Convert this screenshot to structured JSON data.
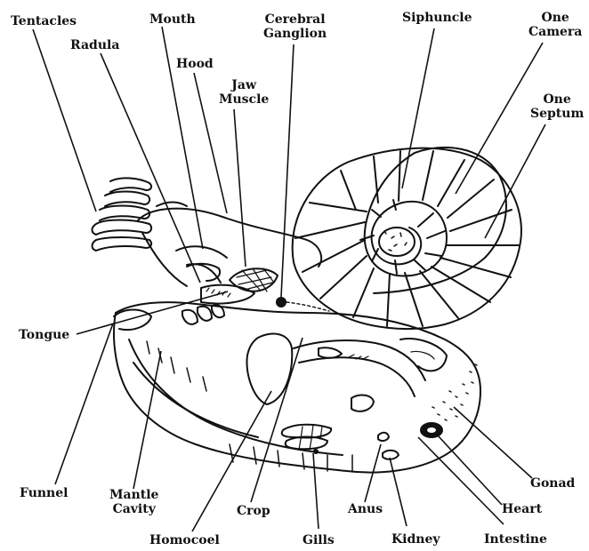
{
  "colors": {
    "ink": "#111111",
    "paper": "#ffffff",
    "wash": "#e8e8e8"
  },
  "labels": {
    "tentacles": "Tentacles",
    "radula": "Radula",
    "mouth": "Mouth",
    "hood": "Hood",
    "jaw_muscle": [
      "Jaw",
      "Muscle"
    ],
    "cerebral_ganglion": [
      "Cerebral",
      "Ganglion"
    ],
    "siphuncle": "Siphuncle",
    "one_camera": [
      "One",
      "Camera"
    ],
    "one_septum": [
      "One",
      "Septum"
    ],
    "tongue": "Tongue",
    "funnel": "Funnel",
    "mantle_cavity": [
      "Mantle",
      "Cavity"
    ],
    "homocoel": "Homocoel",
    "crop": "Crop",
    "gills": "Gills",
    "anus": "Anus",
    "kidney": "Kidney",
    "intestine": "Intestine",
    "heart": "Heart",
    "gonad": "Gonad"
  }
}
